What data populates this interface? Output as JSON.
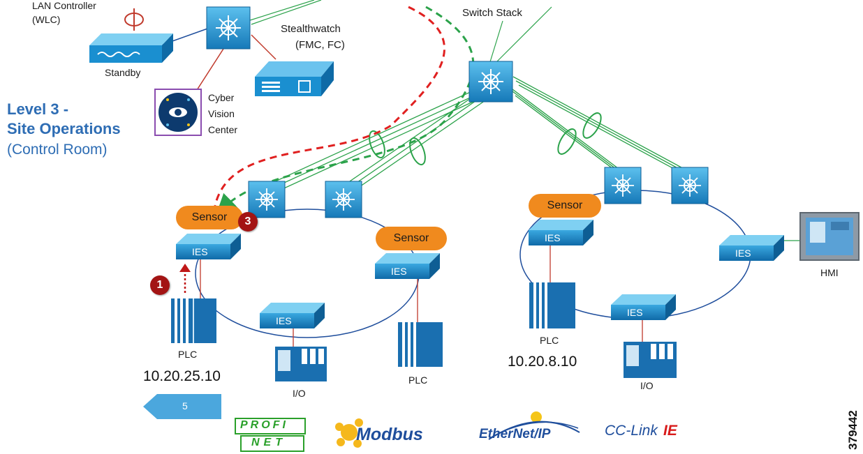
{
  "level": {
    "line1": "Level 3 -",
    "line2": "Site Operations",
    "line3": "(Control Room)"
  },
  "labels": {
    "wlc_line1": "LAN Controller",
    "wlc_line2": "(WLC)",
    "standby": "Standby",
    "stealthwatch_line1": "Stealthwatch",
    "stealthwatch_line2": "(FMC, FC)",
    "cyber1": "Cyber",
    "cyber2": "Vision",
    "cyber3": "Center",
    "switch_stack": "Switch Stack",
    "sensor": "Sensor",
    "ies": "IES",
    "plc": "PLC",
    "io": "I/O",
    "hmi": "HMI",
    "ip_left": "10.20.25.10",
    "ip_right": "10.20.8.10",
    "step1": "1",
    "step3": "3",
    "step5": "5",
    "figure_code": "379442"
  },
  "protocols": {
    "profinet_top": "PROFI",
    "profinet_bottom": "NET",
    "modbus": "Modbus",
    "ethernetip": "EtherNet/IP",
    "cclink": "CC-Link",
    "cclink_ie": "IE"
  },
  "colors": {
    "level_blue": "#2e6db4",
    "sensor_orange": "#f08a1e",
    "switch_blue": "#1a8fd0",
    "link_green": "#2ba24a",
    "red_flow": "#e02020",
    "badge_red": "#a31414"
  }
}
